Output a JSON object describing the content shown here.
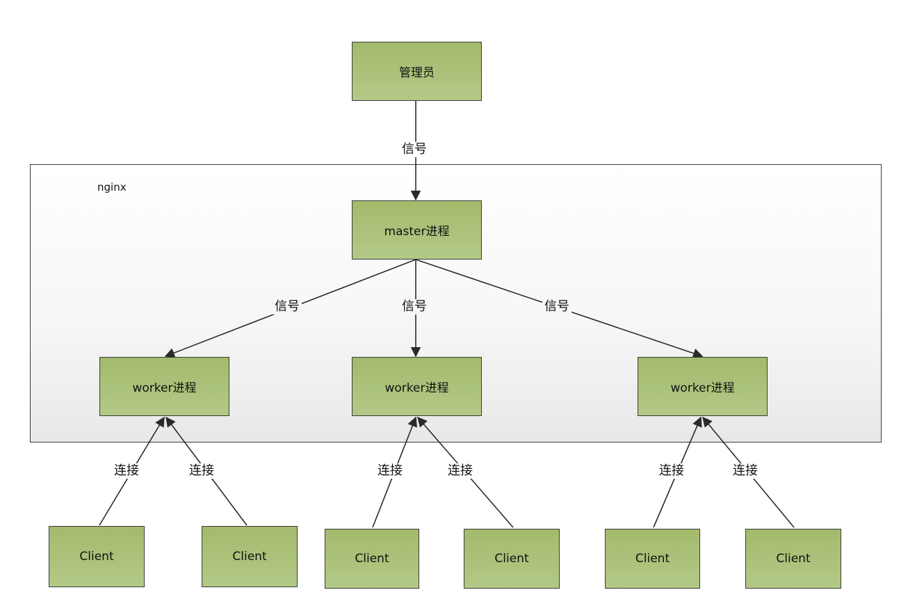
{
  "diagram": {
    "container_label": "nginx",
    "nodes": {
      "admin": "管理员",
      "master": "master进程",
      "worker_1": "worker进程",
      "worker_2": "worker进程",
      "worker_3": "worker进程",
      "client_1": "Client",
      "client_2": "Client",
      "client_3": "Client",
      "client_4": "Client",
      "client_5": "Client",
      "client_6": "Client"
    },
    "edge_labels": {
      "admin_to_master": "信号",
      "master_to_worker_1": "信号",
      "master_to_worker_2": "信号",
      "master_to_worker_3": "信号",
      "client_1_to_worker_1": "连接",
      "client_2_to_worker_1": "连接",
      "client_3_to_worker_2": "连接",
      "client_4_to_worker_2": "连接",
      "client_5_to_worker_3": "连接",
      "client_6_to_worker_3": "连接"
    },
    "colors": {
      "node_fill_top": "#a3ba6c",
      "node_fill_bottom": "#b3c987",
      "stroke": "#3a3a3a"
    }
  }
}
